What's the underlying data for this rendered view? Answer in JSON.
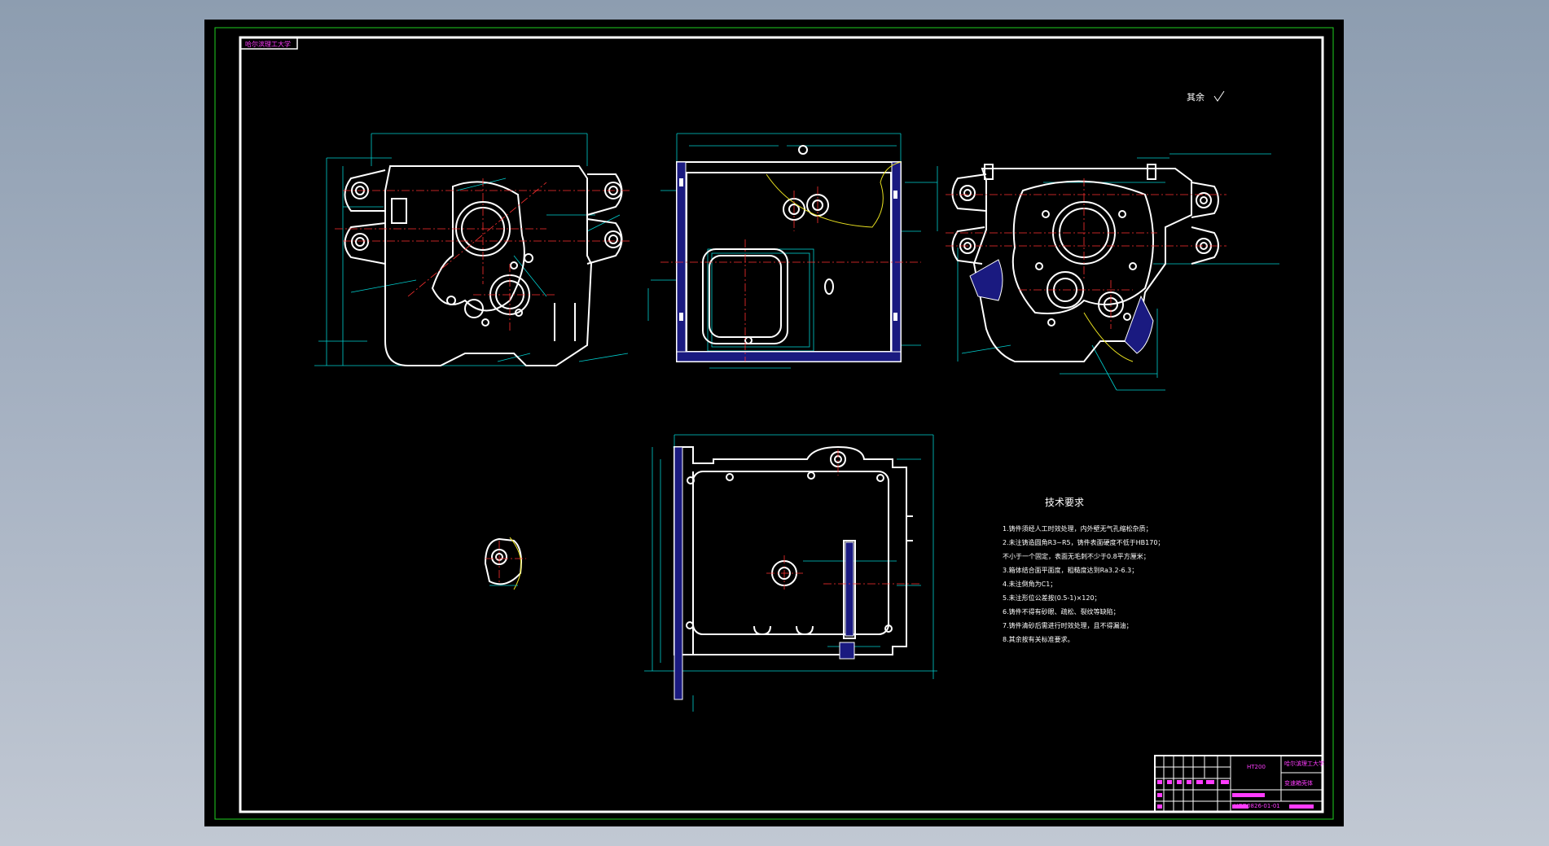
{
  "drawing": {
    "corner_tag": "哈尔滨理工大学",
    "surface_note": "其余",
    "requirements": {
      "title": "技术要求",
      "items": [
        "1.铸件须经人工时效处理，内外壁无气孔缩松杂质；",
        "2.未注铸造圆角R3~R5，铸件表面硬度不低于HB170；",
        "不小于一个固定，表面无毛刺不少于0.8平方厘米；",
        "3.箱体结合面平面度，粗糙度达到Ra3.2-6.3；",
        "4.未注倒角为C1；",
        "5.未注形位公差按(0.5-1)×120；",
        "6.铸件不得有砂眼、疏松、裂纹等缺陷；",
        "7.铸件清砂后需进行时效处理，且不得漏油；",
        "8.其余按有关标准要求。"
      ]
    },
    "title_block": {
      "material": "HT200",
      "school": "哈尔滨理工大学",
      "part_name": "变速箱壳体",
      "drawing_no": "HGD0826-01-01"
    },
    "colors": {
      "outline": "#ffffff",
      "center": "#ff3030",
      "dim": "#00d0d0",
      "text": "#ff3cff",
      "frame": "#20d020",
      "hatch": "#1a1a80",
      "spline": "#e8e020"
    }
  }
}
